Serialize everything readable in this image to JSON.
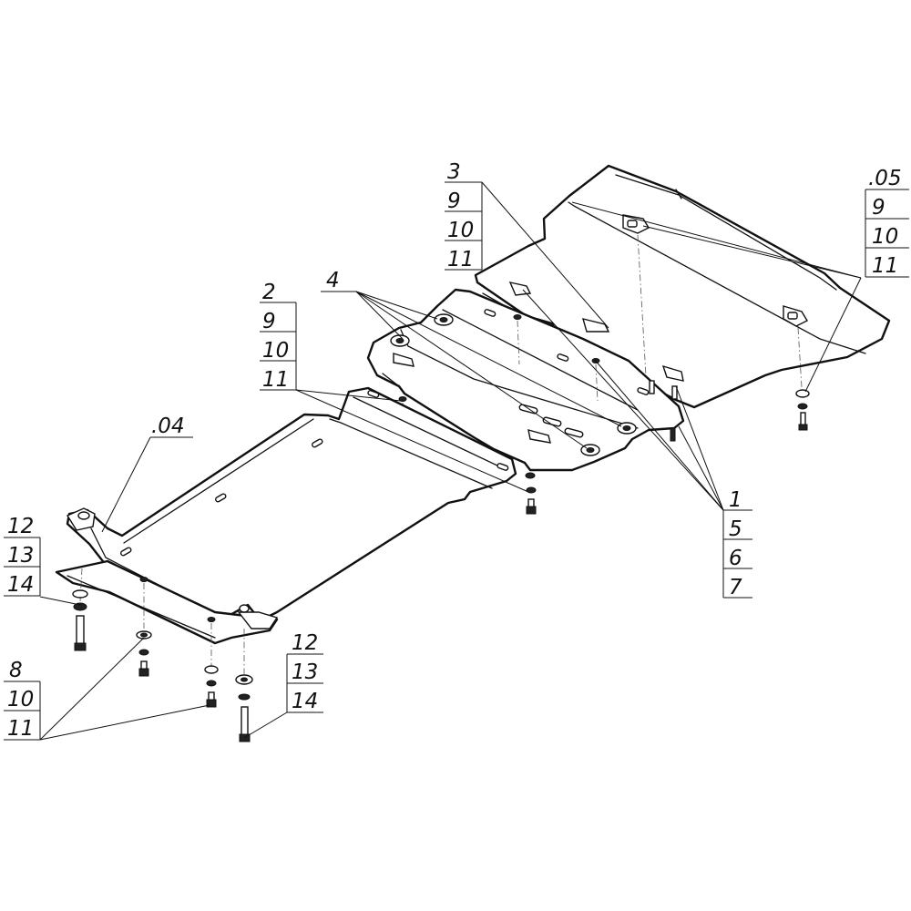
{
  "callouts": {
    "c3": [
      "3",
      "9",
      "10",
      "11"
    ],
    "c05": [
      ".05",
      "9",
      "10",
      "11"
    ],
    "c2": [
      "2",
      "9",
      "10",
      "11"
    ],
    "c4": [
      "4"
    ],
    "c04": [
      ".04"
    ],
    "c1": [
      "1",
      "5",
      "6",
      "7"
    ],
    "c12a": [
      "12",
      "13",
      "14"
    ],
    "c8": [
      "8",
      "10",
      "11"
    ],
    "c12b": [
      "12",
      "13",
      "14"
    ]
  }
}
